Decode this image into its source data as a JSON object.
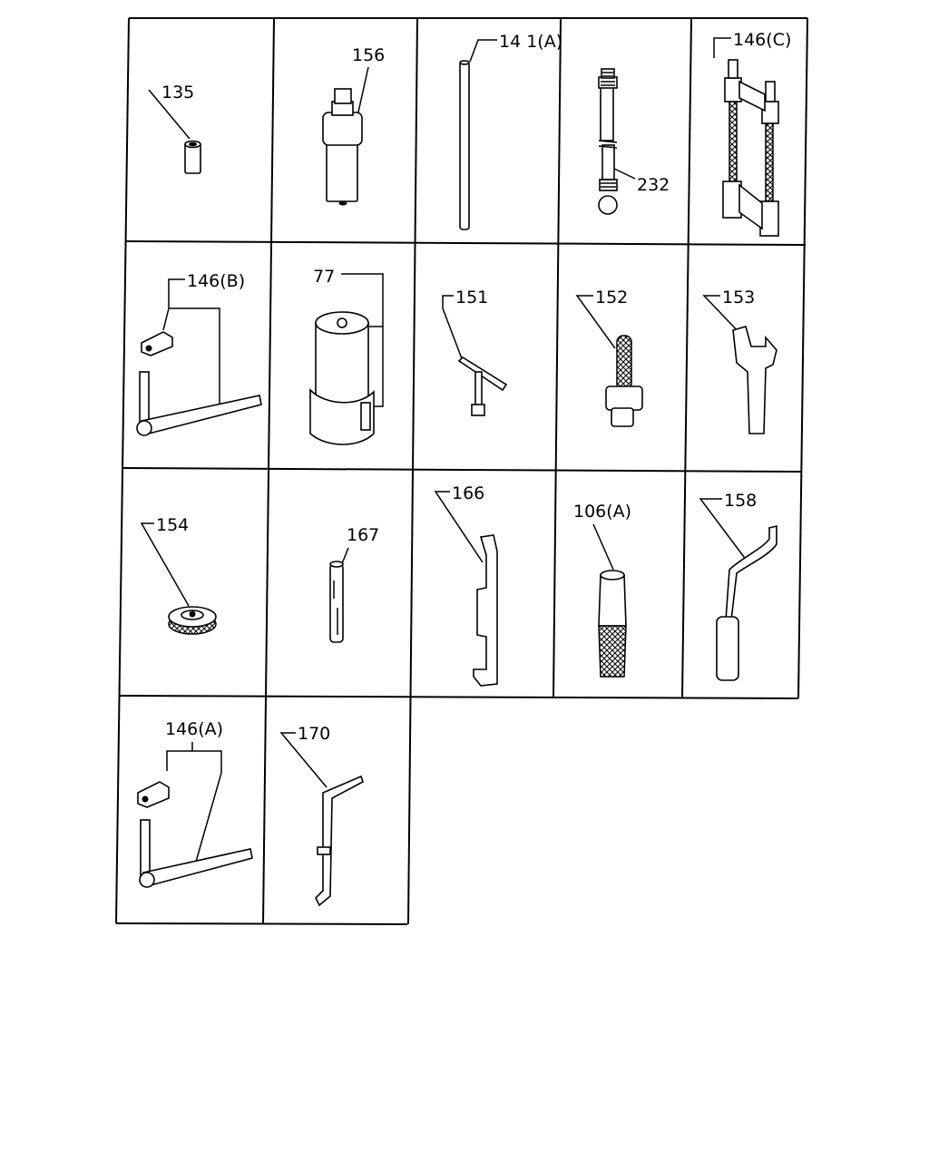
{
  "parts": [
    {
      "id": "p135",
      "label": "135"
    },
    {
      "id": "p156",
      "label": "156"
    },
    {
      "id": "p141a",
      "label": "14 1(A)"
    },
    {
      "id": "p232",
      "label": "232"
    },
    {
      "id": "p146c",
      "label": "146(C)"
    },
    {
      "id": "p146b",
      "label": "146(B)"
    },
    {
      "id": "p77",
      "label": "77"
    },
    {
      "id": "p151",
      "label": "151"
    },
    {
      "id": "p152",
      "label": "152"
    },
    {
      "id": "p153",
      "label": "153"
    },
    {
      "id": "p154",
      "label": "154"
    },
    {
      "id": "p167",
      "label": "167"
    },
    {
      "id": "p166",
      "label": "166"
    },
    {
      "id": "p106a",
      "label": "106(A)"
    },
    {
      "id": "p158",
      "label": "158"
    },
    {
      "id": "p146a",
      "label": "146(A)"
    },
    {
      "id": "p170",
      "label": "170"
    }
  ],
  "colors": {
    "ink": "#000000",
    "paper": "#ffffff"
  }
}
